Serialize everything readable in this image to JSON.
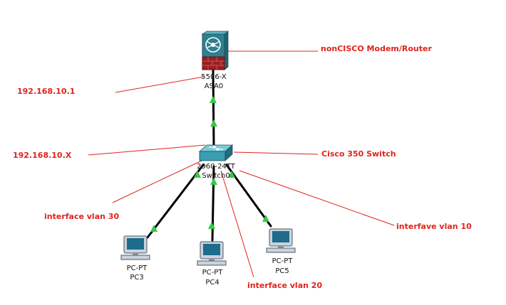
{
  "devices": {
    "asa": {
      "model": "5506-X",
      "name": "ASA0"
    },
    "switch": {
      "model": "2960-24TT",
      "name": "Switch0"
    },
    "pc3": {
      "model": "PC-PT",
      "name": "PC3"
    },
    "pc4": {
      "model": "PC-PT",
      "name": "PC4"
    },
    "pc5": {
      "model": "PC-PT",
      "name": "PC5"
    }
  },
  "annotations": {
    "modem_router": "nonCISCO Modem/Router",
    "asa_ip": "192.168.10.1",
    "switch_ip": "192.168.10.X",
    "switch_label": "Cisco 350 Switch",
    "vlan30": "interface vlan 30",
    "vlan10": "interfave vlan 10",
    "vlan20": "interface vlan 20"
  },
  "colors": {
    "link": "#000000",
    "link_indicator": "#33cc44",
    "annotation": "#e0231b",
    "asa_body": "#2f7f8f",
    "asa_brick": "#9a1f1f",
    "switch_body": "#3a9db0",
    "pc_body": "#c9d3dc",
    "pc_screen": "#1d6c8c"
  }
}
